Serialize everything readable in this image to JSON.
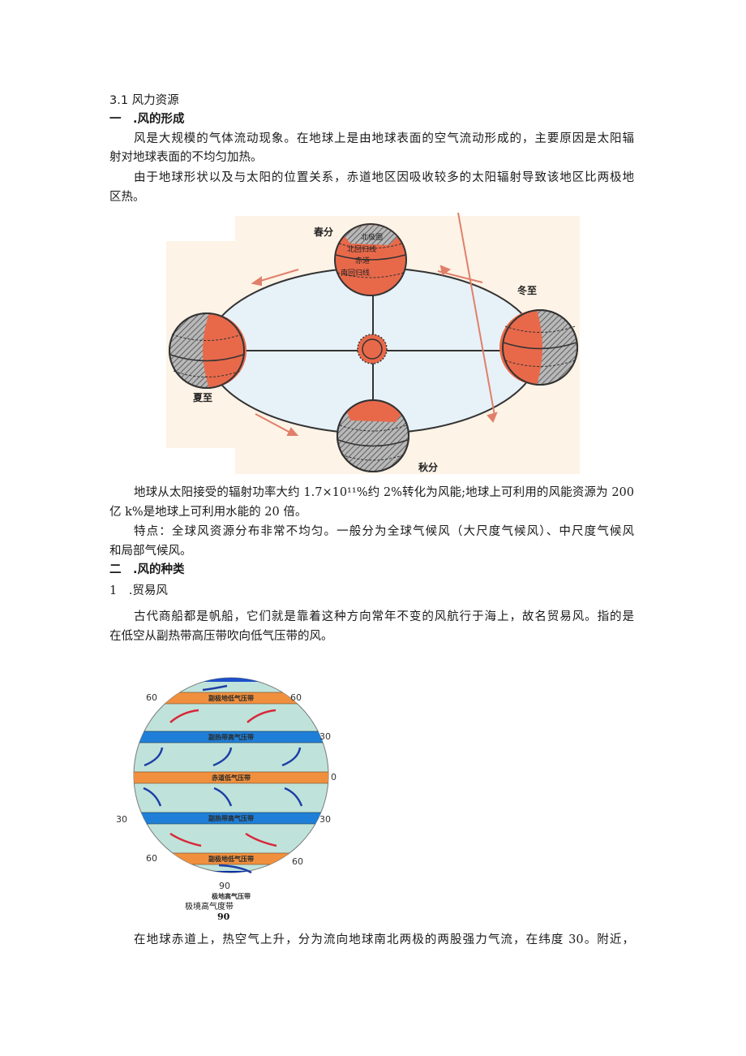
{
  "document": {
    "section_title": "3.1 风力资源",
    "heading1": "一　.风的形成",
    "p1_line1": "风是大规模的气体流动现象。在地球上是由地球表面的空气流动形成的，主要原因是太阳辐",
    "p1_line2": "射对地球表面的不均匀加热。",
    "p2_line1": "由于地球形状以及与太阳的位置关系，赤道地区因吸收较多的太阳辐射导致该地区比两极地",
    "p2_line2": "区热。",
    "p3_line1": "地球从太阳接受的辐射功率大约 1.7×10¹¹%约 2%转化为风能;地球上可利用的风能资源为 200",
    "p3_line2": "亿 k%是地球上可利用水能的 20 倍。",
    "p4_line1": "特点：全球风资源分布非常不均匀。一般分为全球气候风（大尺度气候风）、中尺度气候风",
    "p4_line2": "和局部气候风。",
    "heading2": "二　.风的种类",
    "heading2_sub": "1　.贸易风",
    "p5_line1": "古代商船都是帆船，它们就是靠着这种方向常年不变的风航行于海上，故名贸易风。指的是",
    "p5_line2": "在低空从副热带高压带吹向低气压带的风。",
    "p6_line1": "在地球赤道上，热空气上升，分为流向地球南北两极的两股强力气流，在纬度 30。附近，"
  },
  "figure1": {
    "labels": {
      "spring": "春分",
      "summer": "夏至",
      "autumn": "秋分",
      "winter": "冬至",
      "arctic_circle": "北极圈",
      "tropic_cancer": "北回归线",
      "equator": "赤道",
      "tropic_capricorn": "南回归线"
    },
    "colors": {
      "background": "#fdf3e6",
      "orbit_fill": "#e7f1f8",
      "lit": "#e8694a",
      "dark": "#9a9a9a",
      "arrow": "#e0806a"
    }
  },
  "figure2": {
    "bands": {
      "north_subpolar": "副极地低气压带",
      "north_subtropic": "副热带高气压带",
      "equator": "赤道低气压带",
      "south_subtropic": "副热带高气压带",
      "south_subpolar": "副极地低气压带",
      "polar": "极地高气压带"
    },
    "lat_labels": {
      "n60_left": "60",
      "n60_right": "60",
      "n30_right": "30",
      "eq_right": "0",
      "s30_left": "30",
      "s30_right": "30",
      "s60_left": "60",
      "s60_right": "60",
      "s90": "90"
    },
    "caption": "极境高气度带",
    "caption_num": "90",
    "colors": {
      "sea": "#bfe3da",
      "low_band": "#f0903e",
      "high_band": "#1f7fd8",
      "polar": "#0b2fa8",
      "wind_warm": "#d8283a",
      "wind_cold": "#1d3fa8"
    }
  }
}
